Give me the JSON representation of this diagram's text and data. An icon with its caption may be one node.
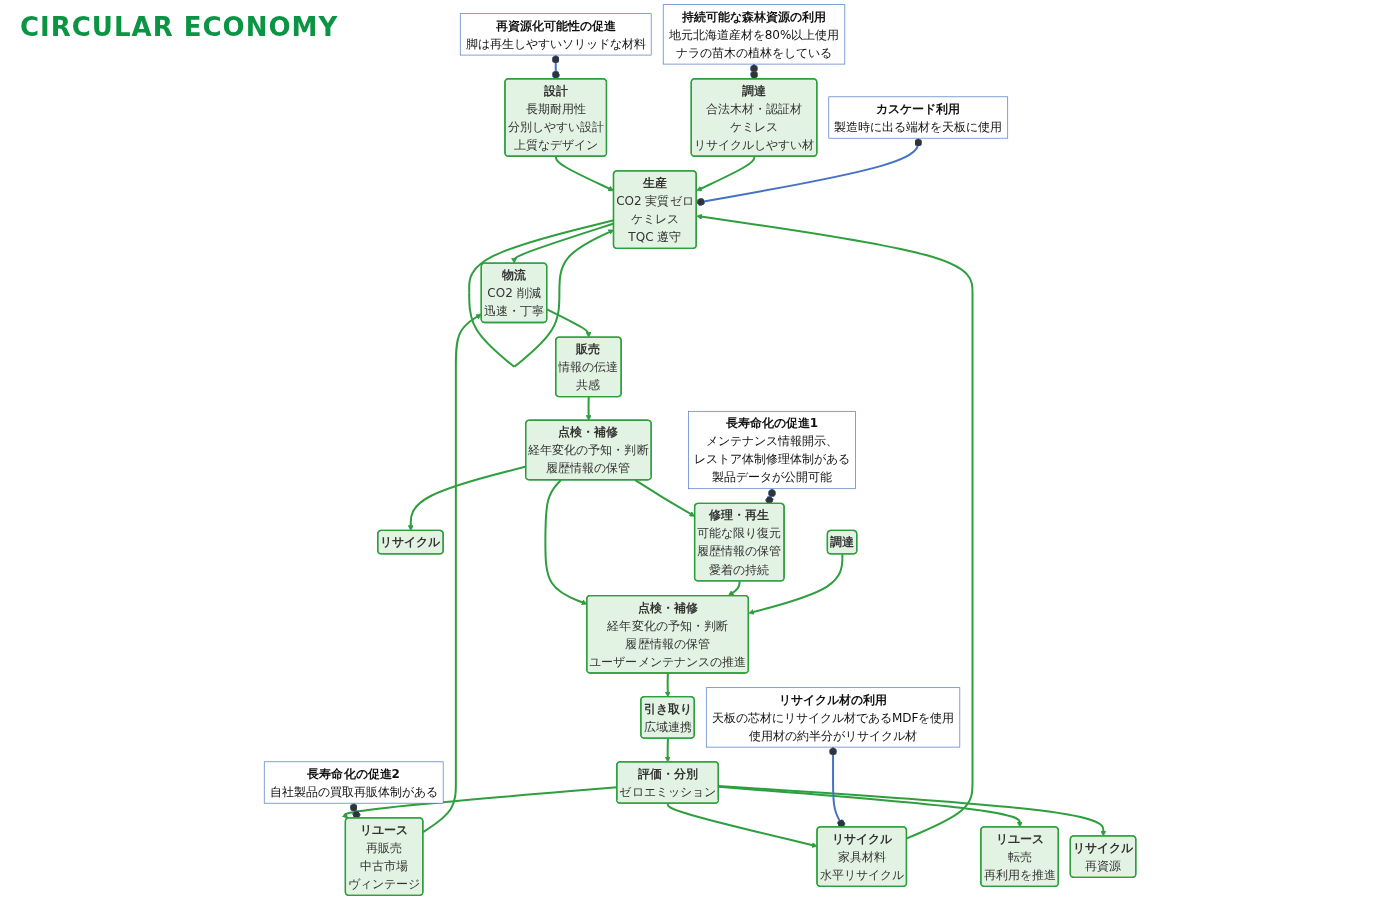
{
  "diagram": {
    "nodes": [
      {
        "text": [
          "設計",
          "長期耐用性",
          "分別しやすい設計",
          "上質なデザイン"
        ]
      },
      {
        "text": [
          "調達",
          "合法木材・認証材",
          "ケミレス",
          "リサイクルしやすい材"
        ]
      },
      {
        "text": [
          "生産",
          "CO2 実質ゼロ",
          "ケミレス",
          "TQC 遵守"
        ]
      },
      {
        "text": [
          "物流",
          "CO2 削減",
          "迅速・丁寧"
        ]
      },
      {
        "text": [
          "販売",
          "情報の伝達",
          "共感"
        ]
      },
      {
        "text": [
          "点検・補修",
          "経年変化の予知・判断",
          "履歴情報の保管"
        ]
      },
      {
        "text": [
          "リサイクル"
        ]
      },
      {
        "text": [
          "修理・再生",
          "可能な限り復元",
          "履歴情報の保管",
          "愛着の持続"
        ]
      },
      {
        "text": [
          "調達"
        ]
      },
      {
        "text": [
          "点検・補修",
          "経年変化の予知・判断",
          "履歴情報の保管",
          "ユーザーメンテナンスの推進"
        ]
      },
      {
        "text": [
          "引き取り",
          "広域連携"
        ]
      },
      {
        "text": [
          "評価・分別",
          "ゼロエミッション"
        ]
      },
      {
        "text": [
          "リユース",
          "再販売",
          "中古市場",
          "ヴィンテージ"
        ]
      },
      {
        "text": [
          "リサイクル",
          "家具材料",
          "水平リサイクル"
        ]
      },
      {
        "text": [
          "リユース",
          "転売",
          "再利用を推進"
        ]
      },
      {
        "text": [
          "リサイクル",
          "再資源"
        ]
      },
      {
        "text": [
          "カスケード利用",
          "製造時に出る端材を天板に使用"
        ]
      },
      {
        "text": [
          "再資源化可能性の促進",
          "脚は再生しやすいソリッドな材料"
        ]
      },
      {
        "text": [
          "持続可能な森林資源の利用",
          "地元北海道産材を80%以上使用",
          "ナラの苗木の植林をしている"
        ]
      },
      {
        "text": [
          "リサイクル材の利用",
          "天板の芯材にリサイクル材であるMDFを使用",
          "使用材の約半分がリサイクル材"
        ]
      },
      {
        "text": [
          "長寿命化の促進2",
          "自社製品の買取再販体制がある"
        ]
      },
      {
        "text": [
          "長寿命化の促進1",
          "メンテナンス情報開示、",
          "レストア体制修理体制がある",
          "製品データが公開可能"
        ]
      }
    ],
    "edges": [
      {
        "from": 0,
        "to": 2,
        "arrow": "to"
      },
      {
        "from": 1,
        "to": 2,
        "arrow": "to"
      },
      {
        "from": 2,
        "to": 2,
        "arrow": "to"
      },
      {
        "from": 2,
        "to": 3,
        "arrow": "to"
      },
      {
        "from": 3,
        "to": 4,
        "arrow": "to"
      },
      {
        "from": 4,
        "to": 5,
        "arrow": "to"
      },
      {
        "from": 5,
        "to": 6,
        "arrow": "to"
      },
      {
        "from": 5,
        "to": 7,
        "arrow": "to"
      },
      {
        "from": 5,
        "to": 9,
        "arrow": "to"
      },
      {
        "from": 7,
        "to": 9,
        "arrow": "to"
      },
      {
        "from": 8,
        "to": 9,
        "arrow": "to"
      },
      {
        "from": 9,
        "to": 10,
        "arrow": "to"
      },
      {
        "from": 10,
        "to": 11,
        "arrow": "to"
      },
      {
        "from": 11,
        "to": 12,
        "arrow": "to"
      },
      {
        "from": 11,
        "to": 13,
        "arrow": "to"
      },
      {
        "from": 11,
        "to": 14,
        "arrow": "to"
      },
      {
        "from": 11,
        "to": 15,
        "arrow": "to"
      },
      {
        "from": 12,
        "to": 3,
        "arrow": "to"
      },
      {
        "from": 13,
        "to": 2,
        "arrow": "to"
      },
      {
        "from": 16,
        "to": 2,
        "arrow": "other",
        "color": "#4472c4"
      },
      {
        "from": 17,
        "to": 0,
        "arrow": "other",
        "color": "#4472c4"
      },
      {
        "from": 18,
        "to": 1,
        "arrow": "other",
        "color": "#4472c4"
      },
      {
        "from": 19,
        "to": 13,
        "arrow": "other",
        "color": "#4472c4"
      },
      {
        "from": 20,
        "to": 12,
        "arrow": "other",
        "color": "#4472c4"
      },
      {
        "from": 21,
        "to": 7,
        "arrow": "other",
        "color": "#4472c4"
      }
    ],
    "labels": [
      "CIRCULAR ECONOMY"
    ]
  }
}
